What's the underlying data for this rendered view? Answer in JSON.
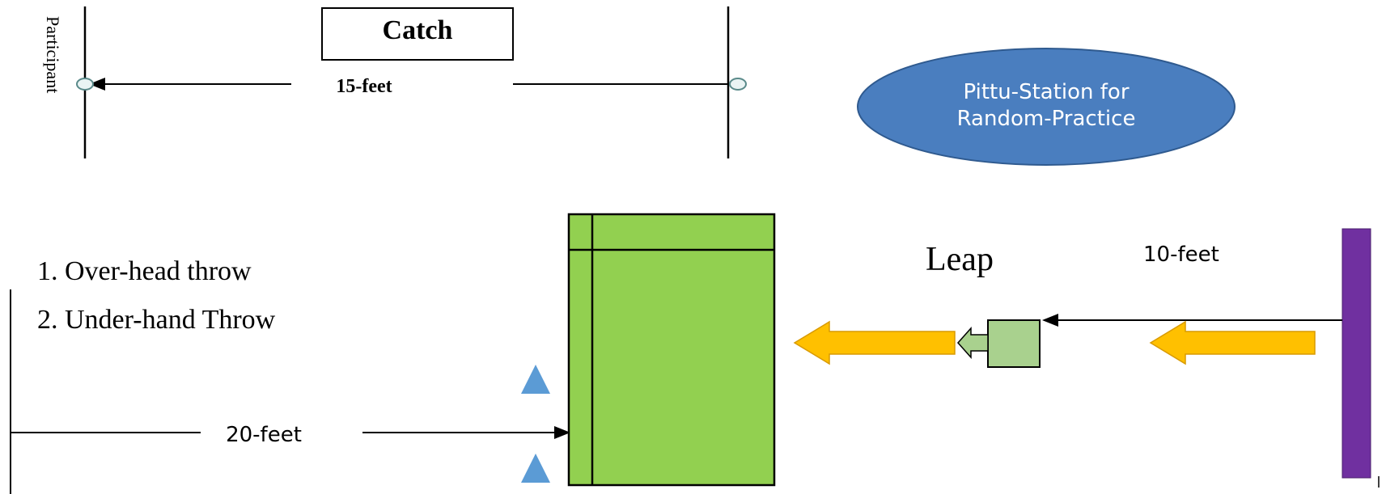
{
  "catch_section": {
    "title": "Catch",
    "participant_label": "Participant",
    "distance_label": "15-feet"
  },
  "station": {
    "line1": "Pittu-Station for",
    "line2": "Random-Practice",
    "fill_color": "#4a7ebf"
  },
  "throw_section": {
    "items": [
      "1. Over-head throw",
      "2. Under-hand Throw"
    ],
    "distance_label": "20-feet",
    "target_color": "#92d050"
  },
  "leap_section": {
    "title": "Leap",
    "distance_label": "10-feet",
    "arrow_color": "#ffc000",
    "bar_color": "#7030a0",
    "box_color": "#a9d18e"
  },
  "marker_color": "#5b9bd5"
}
